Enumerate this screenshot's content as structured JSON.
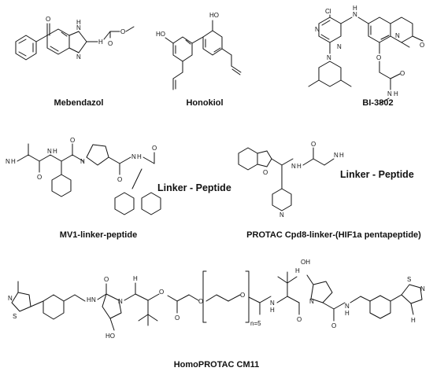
{
  "molecules": [
    {
      "id": "mebendazol",
      "caption": "Mebendazol",
      "atoms": [
        "O",
        "N",
        "H",
        "N",
        "H",
        "O",
        "O"
      ]
    },
    {
      "id": "honokiol",
      "caption": "Honokiol",
      "atoms": [
        "HO",
        "HO"
      ]
    },
    {
      "id": "bi3802",
      "caption": "BI-3802",
      "atoms": [
        "Cl",
        "N",
        "H",
        "N",
        "N",
        "N",
        "N",
        "O",
        "O",
        "O",
        "N",
        "H"
      ]
    },
    {
      "id": "mv1",
      "caption": "MV1-linker-peptide",
      "atoms": [
        "N",
        "H",
        "O",
        "N",
        "H",
        "N",
        "O",
        "O",
        "N",
        "H",
        "O"
      ],
      "linker_label": "Linker - Peptide"
    },
    {
      "id": "cpd8",
      "caption": "PROTAC Cpd8-linker-(HIF1a pentapeptide)",
      "atoms": [
        "O",
        "N",
        "H",
        "N",
        "O",
        "N",
        "H"
      ],
      "linker_label": "Linker - Peptide"
    },
    {
      "id": "cm11",
      "caption": "HomoPROTAC  CM11",
      "atoms": [
        "N",
        "S",
        "N",
        "H",
        "O",
        "N",
        "H",
        "O",
        "O",
        "O",
        "O",
        "n=5",
        "N",
        "H",
        "O",
        "HO",
        "H",
        "N",
        "O",
        "N",
        "H",
        "S",
        "N",
        "H",
        "OH"
      ]
    }
  ]
}
